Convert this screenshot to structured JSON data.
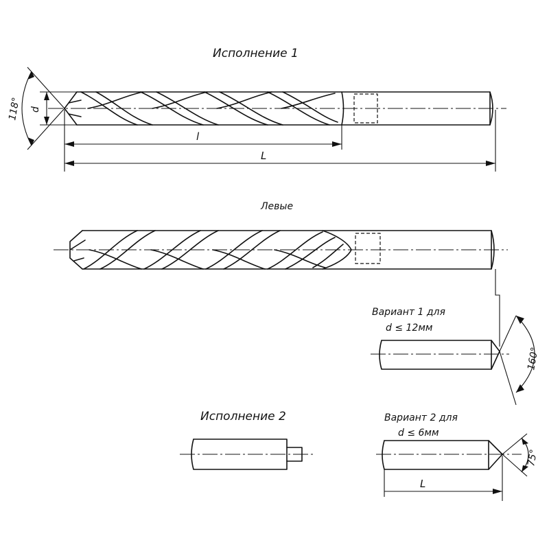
{
  "execution1": {
    "title": "Исполнение 1",
    "angle_label": "118°",
    "diameter_label": "d",
    "flute_length_label": "l",
    "total_length_label": "L"
  },
  "left_hand": {
    "title": "Левые"
  },
  "variant1": {
    "title_line1": "Вариант 1 для",
    "title_line2": "d ≤ 12мм",
    "angle_label": "160°"
  },
  "execution2": {
    "title": "Исполнение 2"
  },
  "variant2": {
    "title_line1": "Вариант 2 для",
    "title_line2": "d ≤ 6мм",
    "angle_label": "75°",
    "length_label": "L"
  }
}
